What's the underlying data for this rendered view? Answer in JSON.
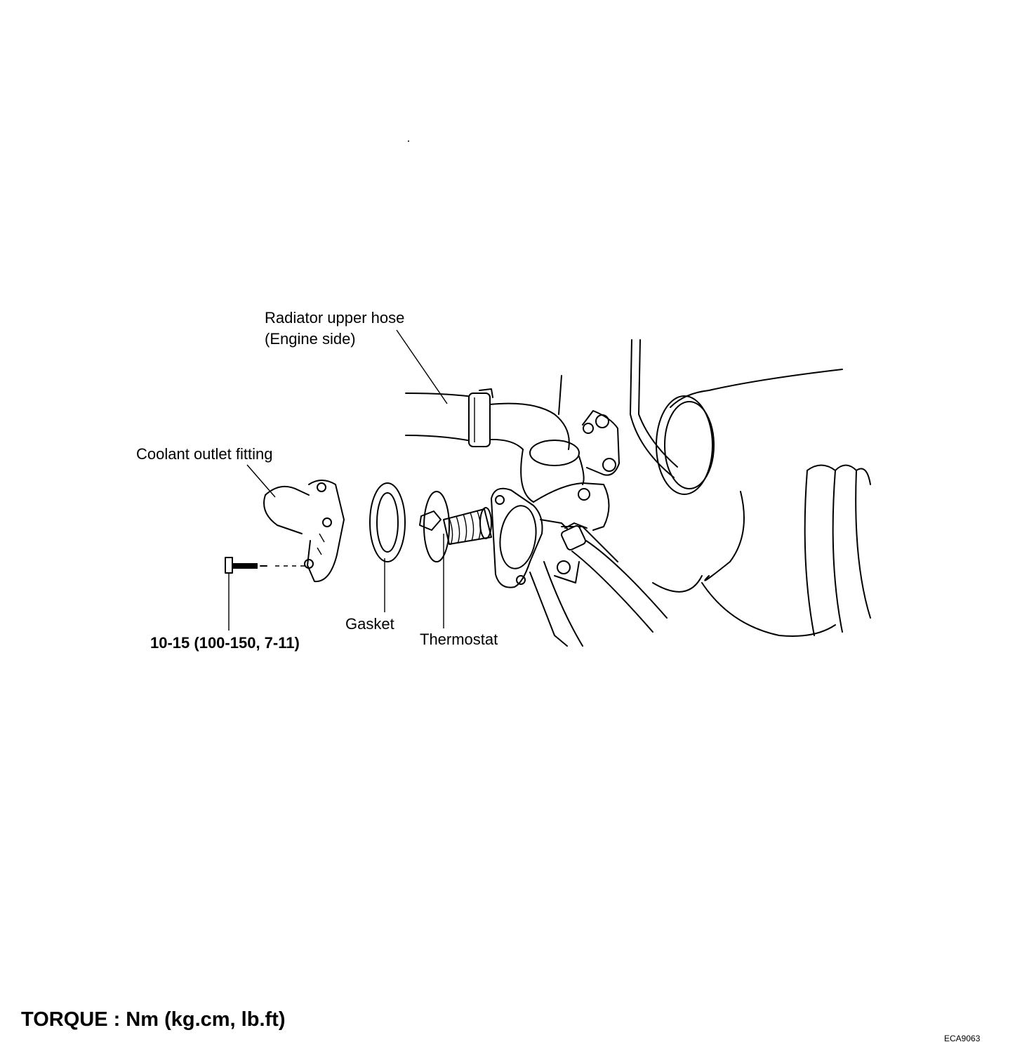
{
  "labels": {
    "radiator_hose": "Radiator upper hose",
    "radiator_hose_sub": "(Engine side)",
    "coolant_outlet": "Coolant outlet fitting",
    "gasket": "Gasket",
    "thermostat": "Thermostat",
    "torque_spec": "10-15 (100-150, 7-11)"
  },
  "legend": {
    "torque_units": "TORQUE : Nm (kg.cm, lb.ft)"
  },
  "figure_code": "ECA9063"
}
